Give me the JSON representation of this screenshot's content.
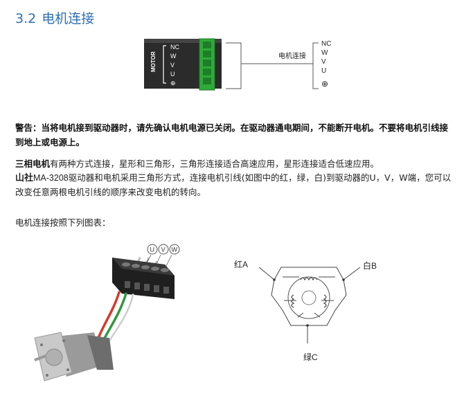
{
  "section": {
    "number": "3.2",
    "title": "电机连接"
  },
  "connector_diagram": {
    "port_label": "MOTOR",
    "pins": [
      "NC",
      "W",
      "V",
      "U",
      "⊕"
    ],
    "caption": "电机连接",
    "wire_labels": [
      "NC",
      "W",
      "V",
      "U",
      "⊕"
    ]
  },
  "warning": {
    "lead": "警告：",
    "text": "当将电机接到驱动器时，请先确认电机电源已关闭。在驱动器通电期间，不能断开电机。不要将电机引线接到地上或电源上。"
  },
  "paragraph": {
    "p1_bold": "三相电机",
    "p1_text": "有两种方式连接，星形和三角形，三角形连接适合高速应用，星形连接适合低速应用。",
    "brand": "山社",
    "model": "MA-3208",
    "p2_text": "驱动器和电机采用三角形方式，连接电机引线(如图中的红，绿，白)到驱动器的U，V，W端，您可以改变任意两根电机引线的顺序来改变电机的转向。"
  },
  "subheading": "电机连接按照下列图表：",
  "photo_diagram": {
    "terminal_labels": [
      "U",
      "V",
      "W"
    ],
    "wire_tags": [
      "red",
      "green",
      "white"
    ]
  },
  "delta_diagram": {
    "label_a": "红A",
    "label_b": "白B",
    "label_c": "绿C"
  },
  "colors": {
    "heading": "#2d6fb7",
    "terminal_green": "#2faa3a",
    "wire_red": "#d43a2a",
    "wire_green": "#2e9a3e",
    "driver_dark": "#2b2b2b"
  }
}
